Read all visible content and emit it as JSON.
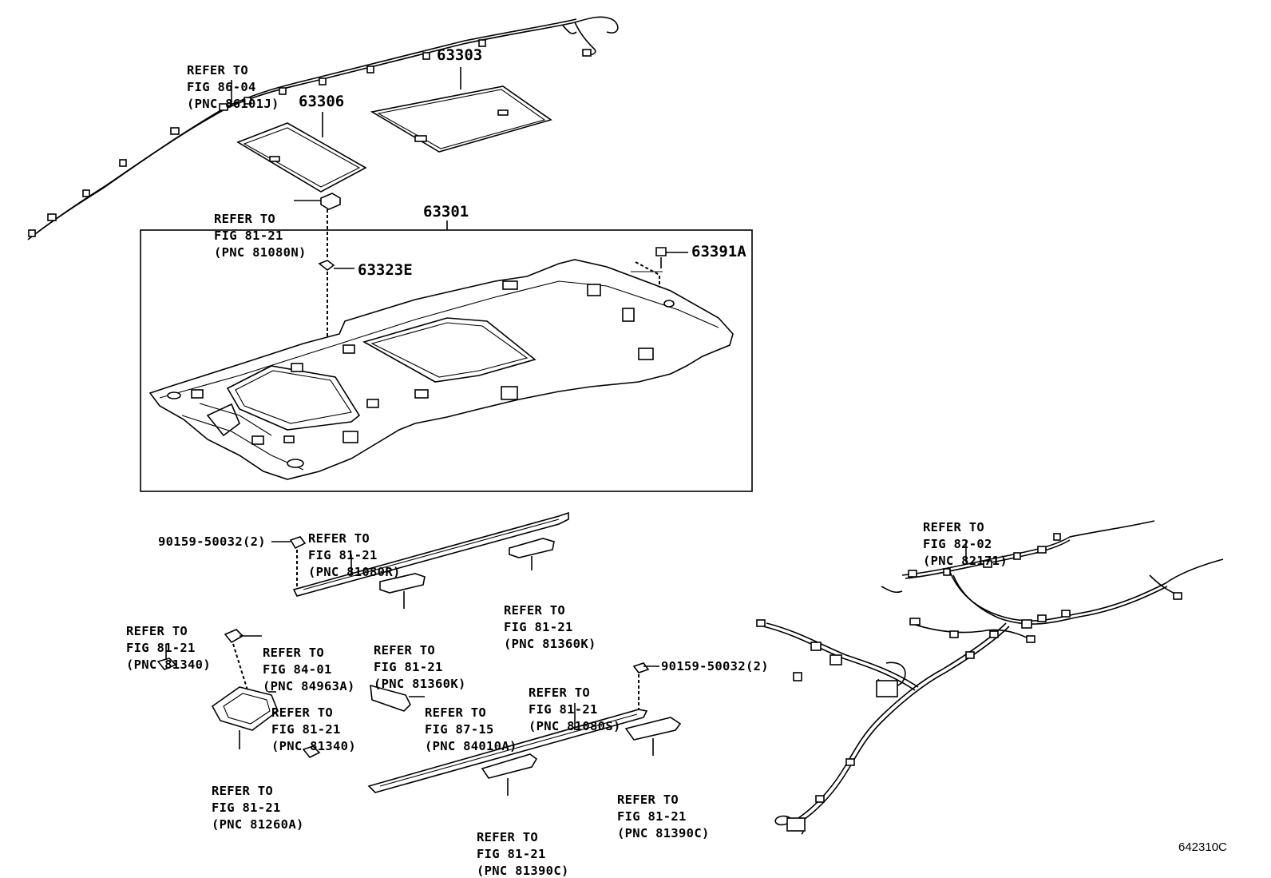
{
  "figure_code": "642310C",
  "part_numbers": {
    "p63303": "63303",
    "p63306": "63306",
    "p63301": "63301",
    "p63323E": "63323E",
    "p63391A": "63391A",
    "p90159_a": "90159-50032(2)",
    "p90159_b": "90159-50032(2)"
  },
  "refs": {
    "r86_04": {
      "l1": "REFER TO",
      "l2": "FIG 86-04",
      "l3": "(PNC 86101J)"
    },
    "r81080N": {
      "l1": "REFER TO",
      "l2": "FIG 81-21",
      "l3": "(PNC 81080N)"
    },
    "r81080R": {
      "l1": "REFER TO",
      "l2": "FIG 81-21",
      "l3": "(PNC 81080R)"
    },
    "r81360K_a": {
      "l1": "REFER TO",
      "l2": "FIG 81-21",
      "l3": "(PNC 81360K)"
    },
    "r81360K_b": {
      "l1": "REFER TO",
      "l2": "FIG 81-21",
      "l3": "(PNC 81360K)"
    },
    "r81340_a": {
      "l1": "REFER TO",
      "l2": "FIG 81-21",
      "l3": "(PNC 81340)"
    },
    "r84963A": {
      "l1": "REFER TO",
      "l2": "FIG 84-01",
      "l3": "(PNC 84963A)"
    },
    "r81340_b": {
      "l1": "REFER TO",
      "l2": "FIG 81-21",
      "l3": "(PNC 81340)"
    },
    "r84010A": {
      "l1": "REFER TO",
      "l2": "FIG 87-15",
      "l3": "(PNC 84010A)"
    },
    "r81080S": {
      "l1": "REFER TO",
      "l2": "FIG 81-21",
      "l3": "(PNC 81080S)"
    },
    "r81260A": {
      "l1": "REFER TO",
      "l2": "FIG 81-21",
      "l3": "(PNC 81260A)"
    },
    "r81390C_a": {
      "l1": "REFER TO",
      "l2": "FIG 81-21",
      "l3": "(PNC 81390C)"
    },
    "r81390C_b": {
      "l1": "REFER TO",
      "l2": "FIG 81-21",
      "l3": "(PNC 81390C)"
    },
    "r82171": {
      "l1": "REFER TO",
      "l2": "FIG 82-02",
      "l3": "(PNC 82171)"
    }
  }
}
